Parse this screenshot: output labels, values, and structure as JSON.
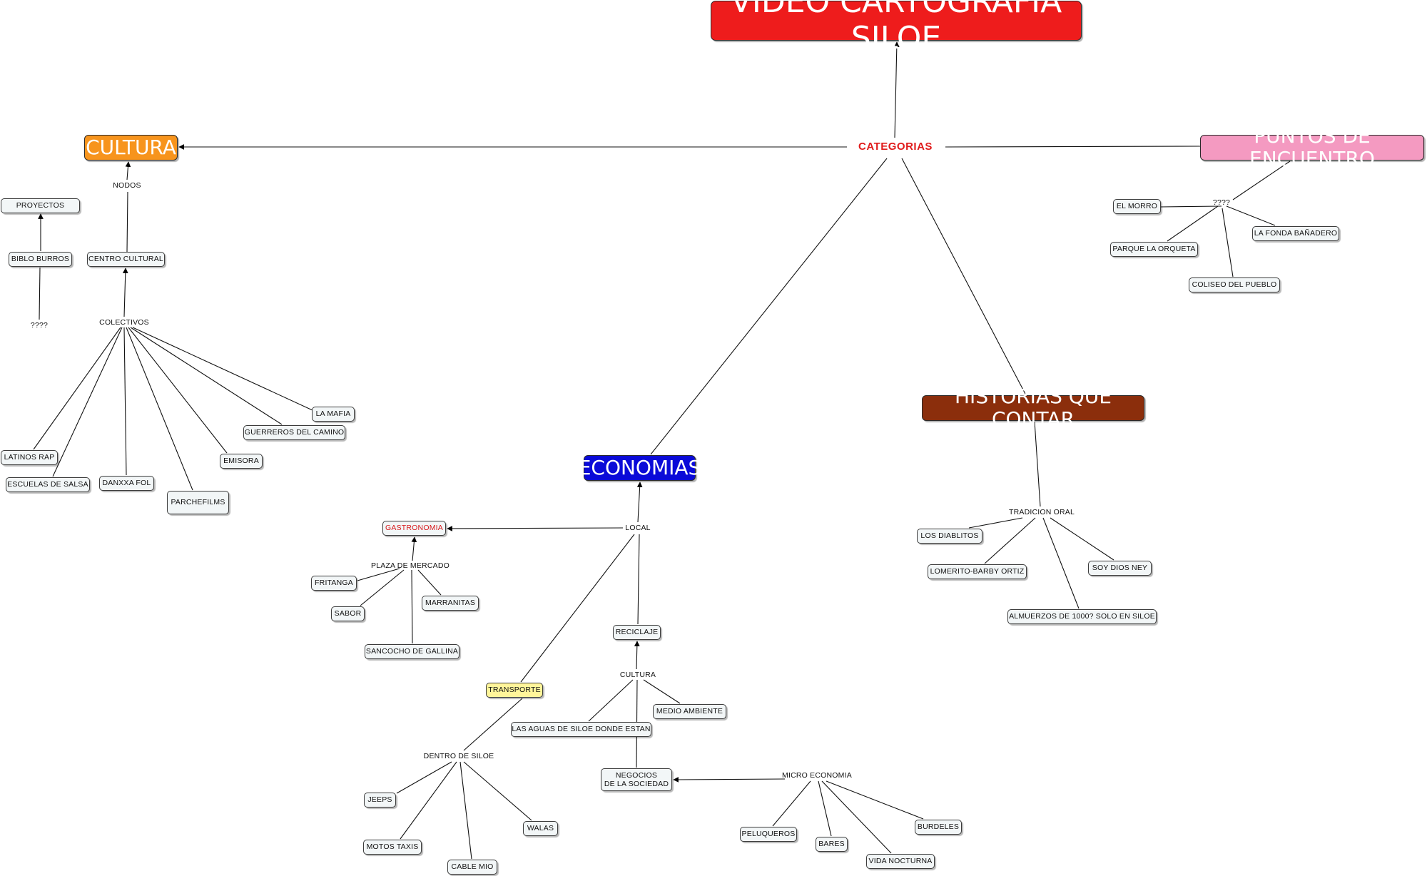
{
  "title": "VIDEO CARTOGRAFÍA SILOE",
  "hub": "CATEGORIAS",
  "categories": {
    "cultura": "CULTURA",
    "puntos": "PUNTOS DE ENCUENTRO",
    "historias": "HISTORIAS QUE CONTAR",
    "economias": "ECONOMIAS"
  },
  "cultura_branch": {
    "nodos": "NODOS",
    "centro_cultural": "CENTRO CULTURAL",
    "colectivos": "COLECTIVOS",
    "proyectos": "PROYECTOS",
    "biblo_burros": "BIBLO BURROS",
    "unknown": "????",
    "latinos_rap": "LATINOS RAP",
    "escuelas_salsa": "ESCUELAS DE SALSA",
    "danxxa_fol": "DANXXA FOL",
    "parchefilms": "PARCHEFILMS",
    "emisora": "EMISORA",
    "guerreros": "GUERREROS DEL CAMINO",
    "la_mafia": "LA MAFIA"
  },
  "puntos_branch": {
    "unknown": "????",
    "el_morro": "EL MORRO",
    "parque_orqueta": "PARQUE LA ORQUETA",
    "coliseo": "COLISEO DEL PUEBLO",
    "fonda": "LA FONDA BAÑADERO"
  },
  "historias_branch": {
    "tradicion_oral": "TRADICION ORAL",
    "diablitos": "LOS DIABLITOS",
    "lomerito": "LOMERITO-BARBY ORTIZ",
    "almuerzos": "ALMUERZOS DE 1000? SOLO EN SILOE",
    "soy_dios": "SOY DIOS NEY"
  },
  "economias_branch": {
    "local": "LOCAL",
    "gastronomia": "GASTRONOMIA",
    "plaza_mercado": "PLAZA DE MERCADO",
    "fritanga": "FRITANGA",
    "sabor": "SABOR",
    "marranitas": "MARRANITAS",
    "sancocho": "SANCOCHO DE GALLINA",
    "reciclaje": "RECICLAJE",
    "cultura": "CULTURA",
    "aguas": "LAS AGUAS DE SILOE DONDE ESTAN",
    "medio_ambiente": "MEDIO AMBIENTE",
    "negocios": "NEGOCIOS\nDE LA SOCIEDAD",
    "micro_economia": "MICRO ECONOMIA",
    "peluqueros": "PELUQUEROS",
    "bares": "BARES",
    "vida_nocturna": "VIDA NOCTURNA",
    "burdeles": "BURDELES",
    "transporte": "TRANSPORTE",
    "dentro_siloe": "DENTRO DE SILOE",
    "jeeps": "JEEPS",
    "motos_taxis": "MOTOS TAXIS",
    "cable_mio": "CABLE MIO",
    "walas": "WALAS"
  }
}
